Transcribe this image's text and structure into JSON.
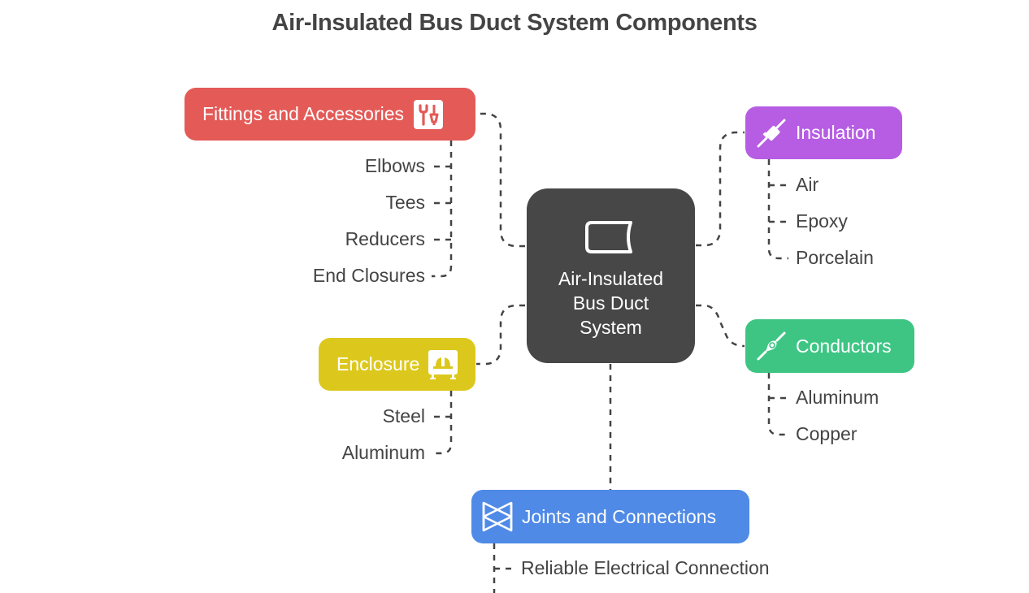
{
  "title": "Air-Insulated Bus Duct System Components",
  "center": {
    "lines": [
      "Air-Insulated",
      "Bus Duct",
      "System"
    ],
    "icon": "bus-duct-icon",
    "color": "#474747"
  },
  "branches": {
    "fittings": {
      "label": "Fittings and Accessories",
      "icon": "tools-icon",
      "color": "#E35A57",
      "items": [
        "Elbows",
        "Tees",
        "Reducers",
        "End Closures"
      ]
    },
    "insulation": {
      "label": "Insulation",
      "icon": "insulator-icon",
      "color": "#B65DE3",
      "items": [
        "Air",
        "Epoxy",
        "Porcelain"
      ]
    },
    "enclosure": {
      "label": "Enclosure",
      "icon": "enclosure-helmet-icon",
      "color": "#DCC81C",
      "items": [
        "Steel",
        "Aluminum"
      ]
    },
    "conductors": {
      "label": "Conductors",
      "icon": "plug-connector-icon",
      "color": "#3EC584",
      "items": [
        "Aluminum",
        "Copper"
      ]
    },
    "joints": {
      "label": "Joints and Connections",
      "icon": "bowtie-joint-icon",
      "color": "#4F8AE6",
      "items": [
        "Reliable Electrical Connection"
      ]
    }
  }
}
